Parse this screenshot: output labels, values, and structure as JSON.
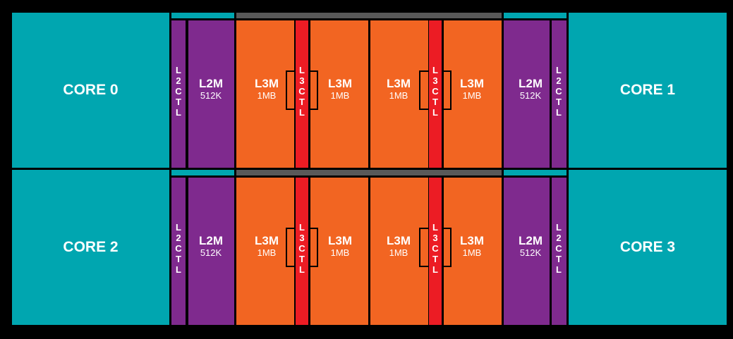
{
  "cores": [
    "CORE 0",
    "CORE 1",
    "CORE 2",
    "CORE 3"
  ],
  "l2m": {
    "title": "L2M",
    "size": "512K"
  },
  "l3m": {
    "title": "L3M",
    "size": "1MB"
  },
  "l2ctl": "L2CTL",
  "l3ctl": "L3CTL",
  "colors": {
    "core": "#00A6B0",
    "l2": "#7F2A8E",
    "l3m": "#F26522",
    "l3ctl": "#EC1C24",
    "bus": "#595959",
    "background": "#000000"
  }
}
